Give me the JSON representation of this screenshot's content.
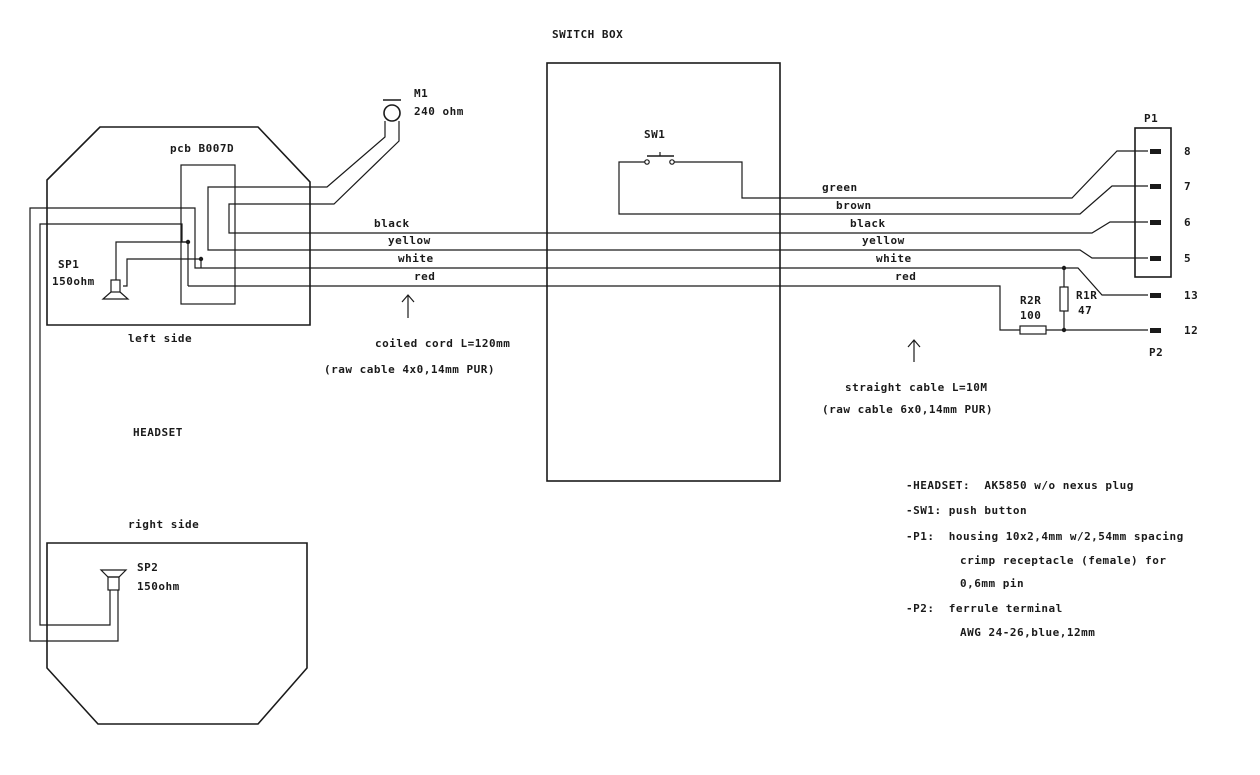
{
  "switch_box_title": "SWITCH BOX",
  "headset_title": "HEADSET",
  "left_side": "left side",
  "right_side": "right side",
  "pcb": "pcb B007D",
  "m1": {
    "name": "M1",
    "value": "240 ohm"
  },
  "sp1": {
    "name": "SP1",
    "value": "150ohm"
  },
  "sp2": {
    "name": "SP2",
    "value": "150ohm"
  },
  "sw1": "SW1",
  "p1": "P1",
  "p2": "P2",
  "pins": [
    "8",
    "7",
    "6",
    "5",
    "13",
    "12"
  ],
  "r1": {
    "name": "R1R",
    "value": "47"
  },
  "r2": {
    "name": "R2R",
    "value": "100"
  },
  "left_wires": [
    "black",
    "yellow",
    "white",
    "red"
  ],
  "right_wires": [
    "green",
    "brown",
    "black",
    "yellow",
    "white",
    "red"
  ],
  "coiled": {
    "title": "coiled cord L=120mm",
    "spec": "(raw cable 4x0,14mm PUR)"
  },
  "straight": {
    "title": "straight cable L=10M",
    "spec": "(raw cable 6x0,14mm PUR)"
  },
  "notes": {
    "headset": "-HEADSET:  AK5850 w/o nexus plug",
    "sw1": "-SW1: push button",
    "p1_line1": "-P1:  housing 10x2,4mm w/2,54mm spacing",
    "p1_line2": "crimp receptacle (female) for",
    "p1_line3": "0,6mm pin",
    "p2_line1": "-P2:  ferrule terminal",
    "p2_line2": "AWG 24-26,blue,12mm"
  }
}
